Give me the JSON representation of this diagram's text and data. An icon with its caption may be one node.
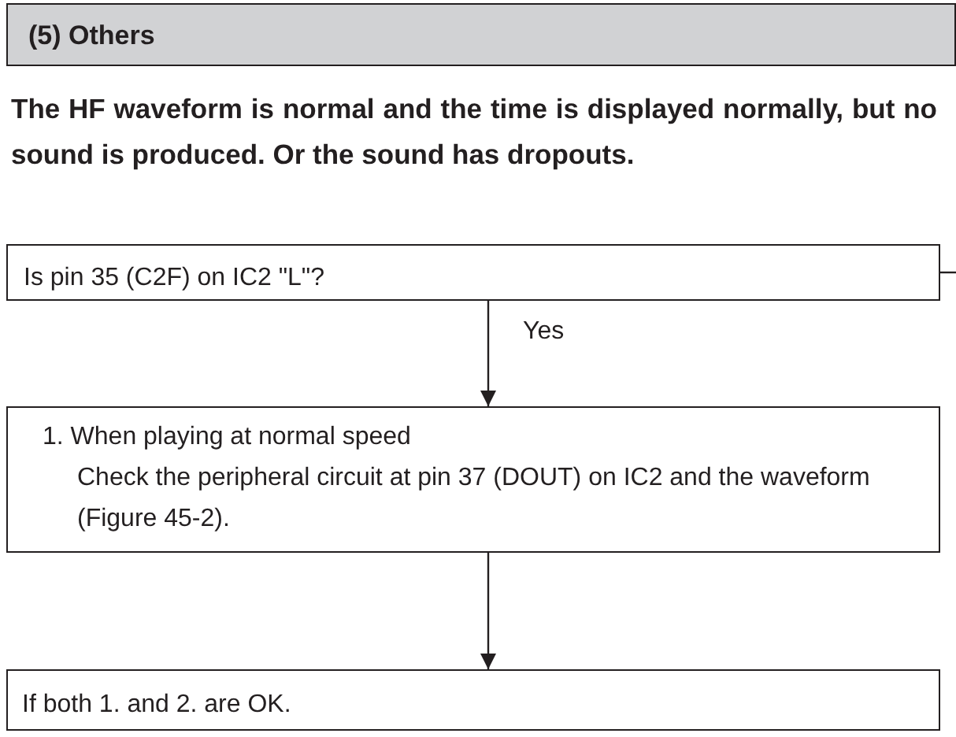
{
  "diagram": {
    "title": "(5) Others",
    "nodes": [
      {
        "text": [
          "Is pin 35 (C2F) on IC2 \"L\"?"
        ]
      },
      {
        "text": [
          "1. When playing at normal speed",
          "Check the peripheral circuit at pin 37 (DOUT) on IC2 and the waveform (Figure 45-2)."
        ]
      },
      {
        "text": [
          "If both 1. and 2. are OK."
        ]
      }
    ],
    "edges": [
      {
        "from": 0,
        "to": 1,
        "arrow": "to",
        "label": "Yes"
      },
      {
        "from": 1,
        "to": 2,
        "arrow": "to"
      },
      {
        "from": 0,
        "to": null,
        "arrow": "none"
      }
    ],
    "labels": [
      "The HF waveform is normal and the time is displayed normally, but no sound is produced. Or the sound has dropouts."
    ]
  }
}
